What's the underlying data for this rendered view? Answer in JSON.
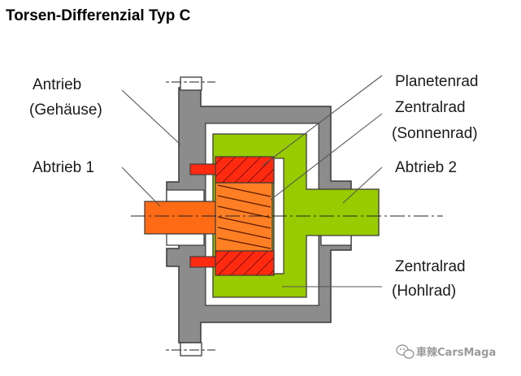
{
  "title": "Torsen-Differenzial Typ C",
  "labels": {
    "antrieb": "Antrieb",
    "gehaeuse": "(Gehäuse)",
    "abtrieb1": "Abtrieb 1",
    "planetenrad": "Planetenrad",
    "zentralrad_sonne": "Zentralrad",
    "sonnenrad": "(Sonnenrad)",
    "abtrieb2": "Abtrieb 2",
    "zentralrad_hohl": "Zentralrad",
    "hohlrad": "(Hohlrad)"
  },
  "watermark": {
    "text": "車辣CarsMaga",
    "icon": "wechat-icon"
  },
  "colors": {
    "housing": "#8c8c8c",
    "housing_dark": "#3a3a3a",
    "ring_gear": "#99cc00",
    "planet_gear": "#ff2a10",
    "sun_gear": "#ff7f24",
    "output_shaft_1": "#ff6a14",
    "output_shaft_2": "#99cc00"
  }
}
